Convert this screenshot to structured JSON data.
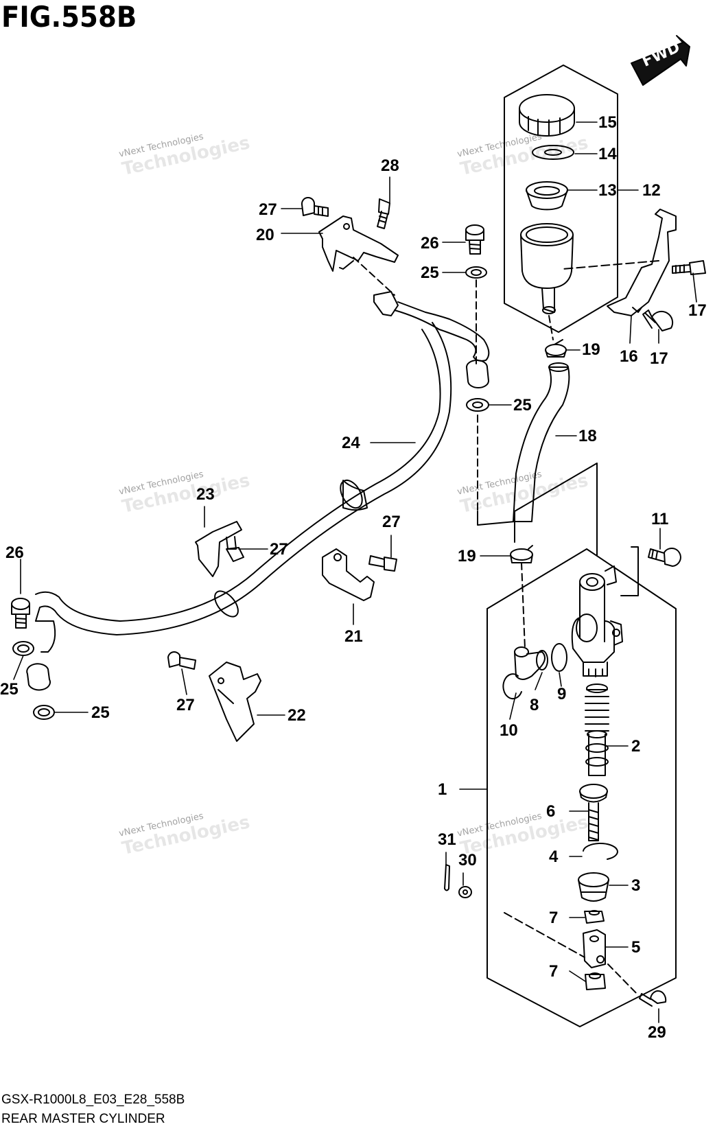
{
  "figure": {
    "title": "FIG.558B",
    "code": "GSX-R1000L8_E03_E28_558B",
    "name": "REAR MASTER CYLINDER",
    "direction_label": "FWD",
    "watermark_line1": "vNext Technologies",
    "watermark_line2": "Technologies"
  },
  "callouts": [
    {
      "id": "c15",
      "text": "15"
    },
    {
      "id": "c14",
      "text": "14"
    },
    {
      "id": "c13",
      "text": "13"
    },
    {
      "id": "c12",
      "text": "12"
    },
    {
      "id": "c28",
      "text": "28"
    },
    {
      "id": "c27a",
      "text": "27"
    },
    {
      "id": "c20",
      "text": "20"
    },
    {
      "id": "c26a",
      "text": "26"
    },
    {
      "id": "c25a",
      "text": "25"
    },
    {
      "id": "c17a",
      "text": "17"
    },
    {
      "id": "c19a",
      "text": "19"
    },
    {
      "id": "c16",
      "text": "16"
    },
    {
      "id": "c17b",
      "text": "17"
    },
    {
      "id": "c25b",
      "text": "25"
    },
    {
      "id": "c24",
      "text": "24"
    },
    {
      "id": "c18",
      "text": "18"
    },
    {
      "id": "c23",
      "text": "23"
    },
    {
      "id": "c27b",
      "text": "27"
    },
    {
      "id": "c27c",
      "text": "27"
    },
    {
      "id": "c11",
      "text": "11"
    },
    {
      "id": "c26b",
      "text": "26"
    },
    {
      "id": "c19b",
      "text": "19"
    },
    {
      "id": "c21",
      "text": "21"
    },
    {
      "id": "c9",
      "text": "9"
    },
    {
      "id": "c8",
      "text": "8"
    },
    {
      "id": "c10",
      "text": "10"
    },
    {
      "id": "c25c",
      "text": "25"
    },
    {
      "id": "c25d",
      "text": "25"
    },
    {
      "id": "c27d",
      "text": "27"
    },
    {
      "id": "c22",
      "text": "22"
    },
    {
      "id": "c2",
      "text": "2"
    },
    {
      "id": "c1",
      "text": "1"
    },
    {
      "id": "c6",
      "text": "6"
    },
    {
      "id": "c31",
      "text": "31"
    },
    {
      "id": "c30",
      "text": "30"
    },
    {
      "id": "c4",
      "text": "4"
    },
    {
      "id": "c3",
      "text": "3"
    },
    {
      "id": "c7a",
      "text": "7"
    },
    {
      "id": "c5",
      "text": "5"
    },
    {
      "id": "c7b",
      "text": "7"
    },
    {
      "id": "c29",
      "text": "29"
    }
  ]
}
